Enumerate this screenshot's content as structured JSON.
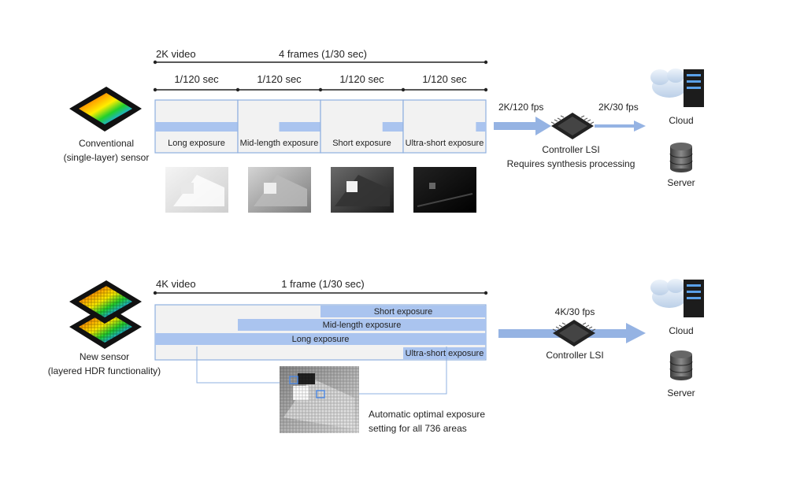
{
  "top": {
    "video_label": "2K video",
    "frames_label": "4 frames (1/30 sec)",
    "sub_frames": [
      {
        "time": "1/120 sec",
        "label": "Long exposure",
        "exposure": 1.0
      },
      {
        "time": "1/120 sec",
        "label": "Mid-length exposure",
        "exposure": 0.5
      },
      {
        "time": "1/120 sec",
        "label": "Short exposure",
        "exposure": 0.25
      },
      {
        "time": "1/120 sec",
        "label": "Ultra-short exposure",
        "exposure": 0.12
      }
    ],
    "sensor_label_line1": "Conventional",
    "sensor_label_line2": "(single-layer) sensor",
    "input_rate": "2K/120 fps",
    "output_rate": "2K/30 fps",
    "controller_line1": "Controller LSI",
    "controller_line2": "Requires synthesis processing",
    "cloud_label": "Cloud",
    "server_label": "Server"
  },
  "bottom": {
    "video_label": "4K video",
    "frames_label": "1 frame (1/30 sec)",
    "exposures": [
      {
        "label": "Short exposure",
        "exposure": 0.5
      },
      {
        "label": "Mid-length exposure",
        "exposure": 0.75
      },
      {
        "label": "Long exposure",
        "exposure": 1.0
      },
      {
        "label": "Ultra-short exposure",
        "exposure": 0.25
      }
    ],
    "sensor_label_line1": "New sensor",
    "sensor_label_line2": "(layered HDR functionality)",
    "rate": "4K/30 fps",
    "controller_line1": "Controller LSI",
    "note_line1": "Automatic optimal exposure",
    "note_line2": "setting for all 736 areas",
    "cloud_label": "Cloud",
    "server_label": "Server"
  },
  "colors": {
    "frame_bg": "#f2f2f2",
    "frame_border": "#8fb0e0",
    "bar": "#aac4ef",
    "arrow": "#95b3e3",
    "rule": "#222222"
  }
}
